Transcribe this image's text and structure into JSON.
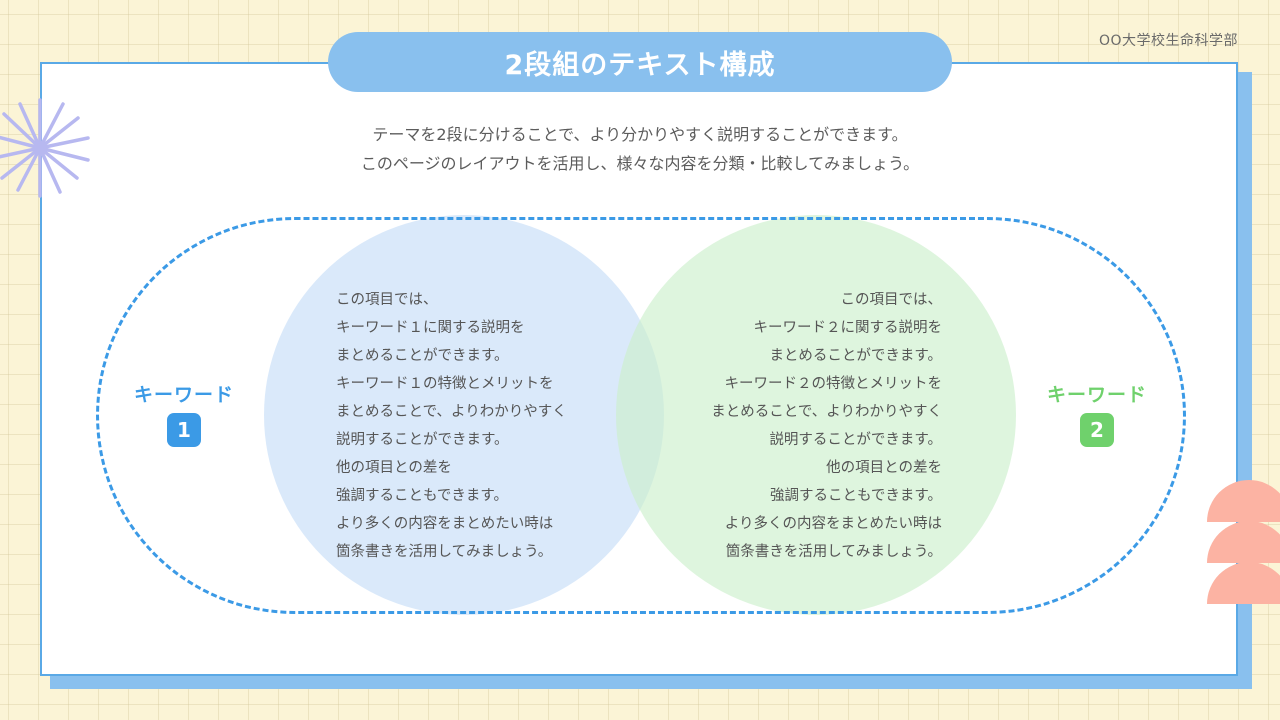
{
  "header": {
    "organization": "OO大学校生命科学部",
    "title": "2段組のテキスト構成"
  },
  "intro": {
    "lines": [
      "テーマを2段に分けることで、より分かりやすく説明することができます。",
      "このページのレイアウトを活用し、様々な内容を分類・比較してみましょう。"
    ]
  },
  "keywords": [
    {
      "label": "キーワード",
      "number": "1",
      "color": "#3b9ae6",
      "body": "この項目では、\nキーワード１に関する説明を\nまとめることができます。\nキーワード１の特徴とメリットを\nまとめることで、よりわかりやすく\n説明することができます。\n他の項目との差を\n強調することもできます。\nより多くの内容をまとめたい時は\n箇条書きを活用してみましょう。"
    },
    {
      "label": "キーワード",
      "number": "2",
      "color": "#6fd16c",
      "body": "この項目では、\nキーワード２に関する説明を\nまとめることができます。\nキーワード２の特徴とメリットを\nまとめることで、よりわかりやすく\n説明することができます。\n他の項目との差を\n強調することもできます。\nより多くの内容をまとめたい時は\n箇条書きを活用してみましょう。"
    }
  ],
  "colors": {
    "background": "#fbf4d6",
    "title_pill": "#89c0ee",
    "frame_border": "#5aa9e6",
    "dashed_oval": "#3b9ae6",
    "accent_burst": "#b7b8f0",
    "accent_semicircles": "#fcb3a3"
  }
}
